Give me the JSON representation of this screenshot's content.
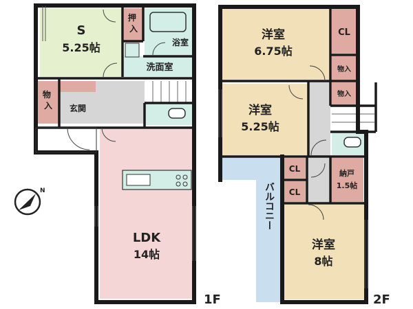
{
  "floor1": {
    "label": "1F",
    "rooms": {
      "s_room": {
        "name": "S",
        "size": "5.25帖"
      },
      "oshiire": "押入",
      "bath": "浴室",
      "washroom": "洗面室",
      "storage": "物入",
      "genkan": "玄関",
      "ldk": {
        "name": "LDK",
        "size": "14帖"
      }
    }
  },
  "floor2": {
    "label": "2F",
    "rooms": {
      "western_a": {
        "name": "洋室",
        "size": "6.75帖"
      },
      "western_b": {
        "name": "洋室",
        "size": "5.25帖"
      },
      "western_c": {
        "name": "洋室",
        "size": "8帖"
      },
      "cl_a": "CL",
      "cl_b": "CL",
      "cl_c": "CL",
      "storage_a": "物入",
      "storage_b": "物入",
      "nando": {
        "name": "納戸",
        "size": "1.5帖"
      },
      "balcony": "バルコニー"
    }
  },
  "compass": {
    "north": "N"
  },
  "colors": {
    "s_room": "#e5f0cf",
    "ldk": "#f5d6d6",
    "bath": "#d2eee6",
    "western": "#f1e0b8",
    "closet": "#dfaaa2",
    "balcony": "#c9dff0",
    "hall": "#d6d6d6"
  }
}
